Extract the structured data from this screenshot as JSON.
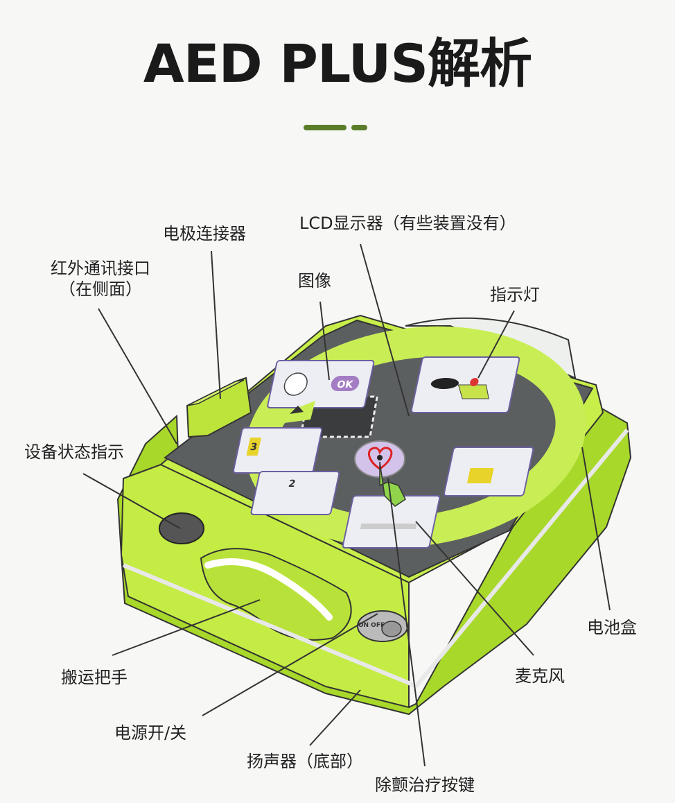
{
  "title": "AED PLUS解析",
  "colors": {
    "accent": "#5b7d2a",
    "body_green": "#bfe83c",
    "body_green_dark": "#8fbf1e",
    "panel_gray": "#5c5f60",
    "ring_green": "#c9ee55"
  },
  "labels": {
    "electrode_connector": "电极连接器",
    "lcd_display": "LCD显示器（有些装置没有）",
    "infrared_port_line1": "红外通讯接口",
    "infrared_port_line2": "（在侧面）",
    "image": "图像",
    "indicator_light": "指示灯",
    "status_indicator": "设备状态指示",
    "battery_box": "电池盒",
    "carry_handle": "搬运把手",
    "microphone": "麦克风",
    "power_switch": "电源开/关",
    "speaker": "扬声器（底部）",
    "shock_button": "除颤治疗按键"
  },
  "device": {
    "ok_badge": "OK",
    "step_3": "3",
    "step_2": "2",
    "on_off": "ON OFF"
  }
}
